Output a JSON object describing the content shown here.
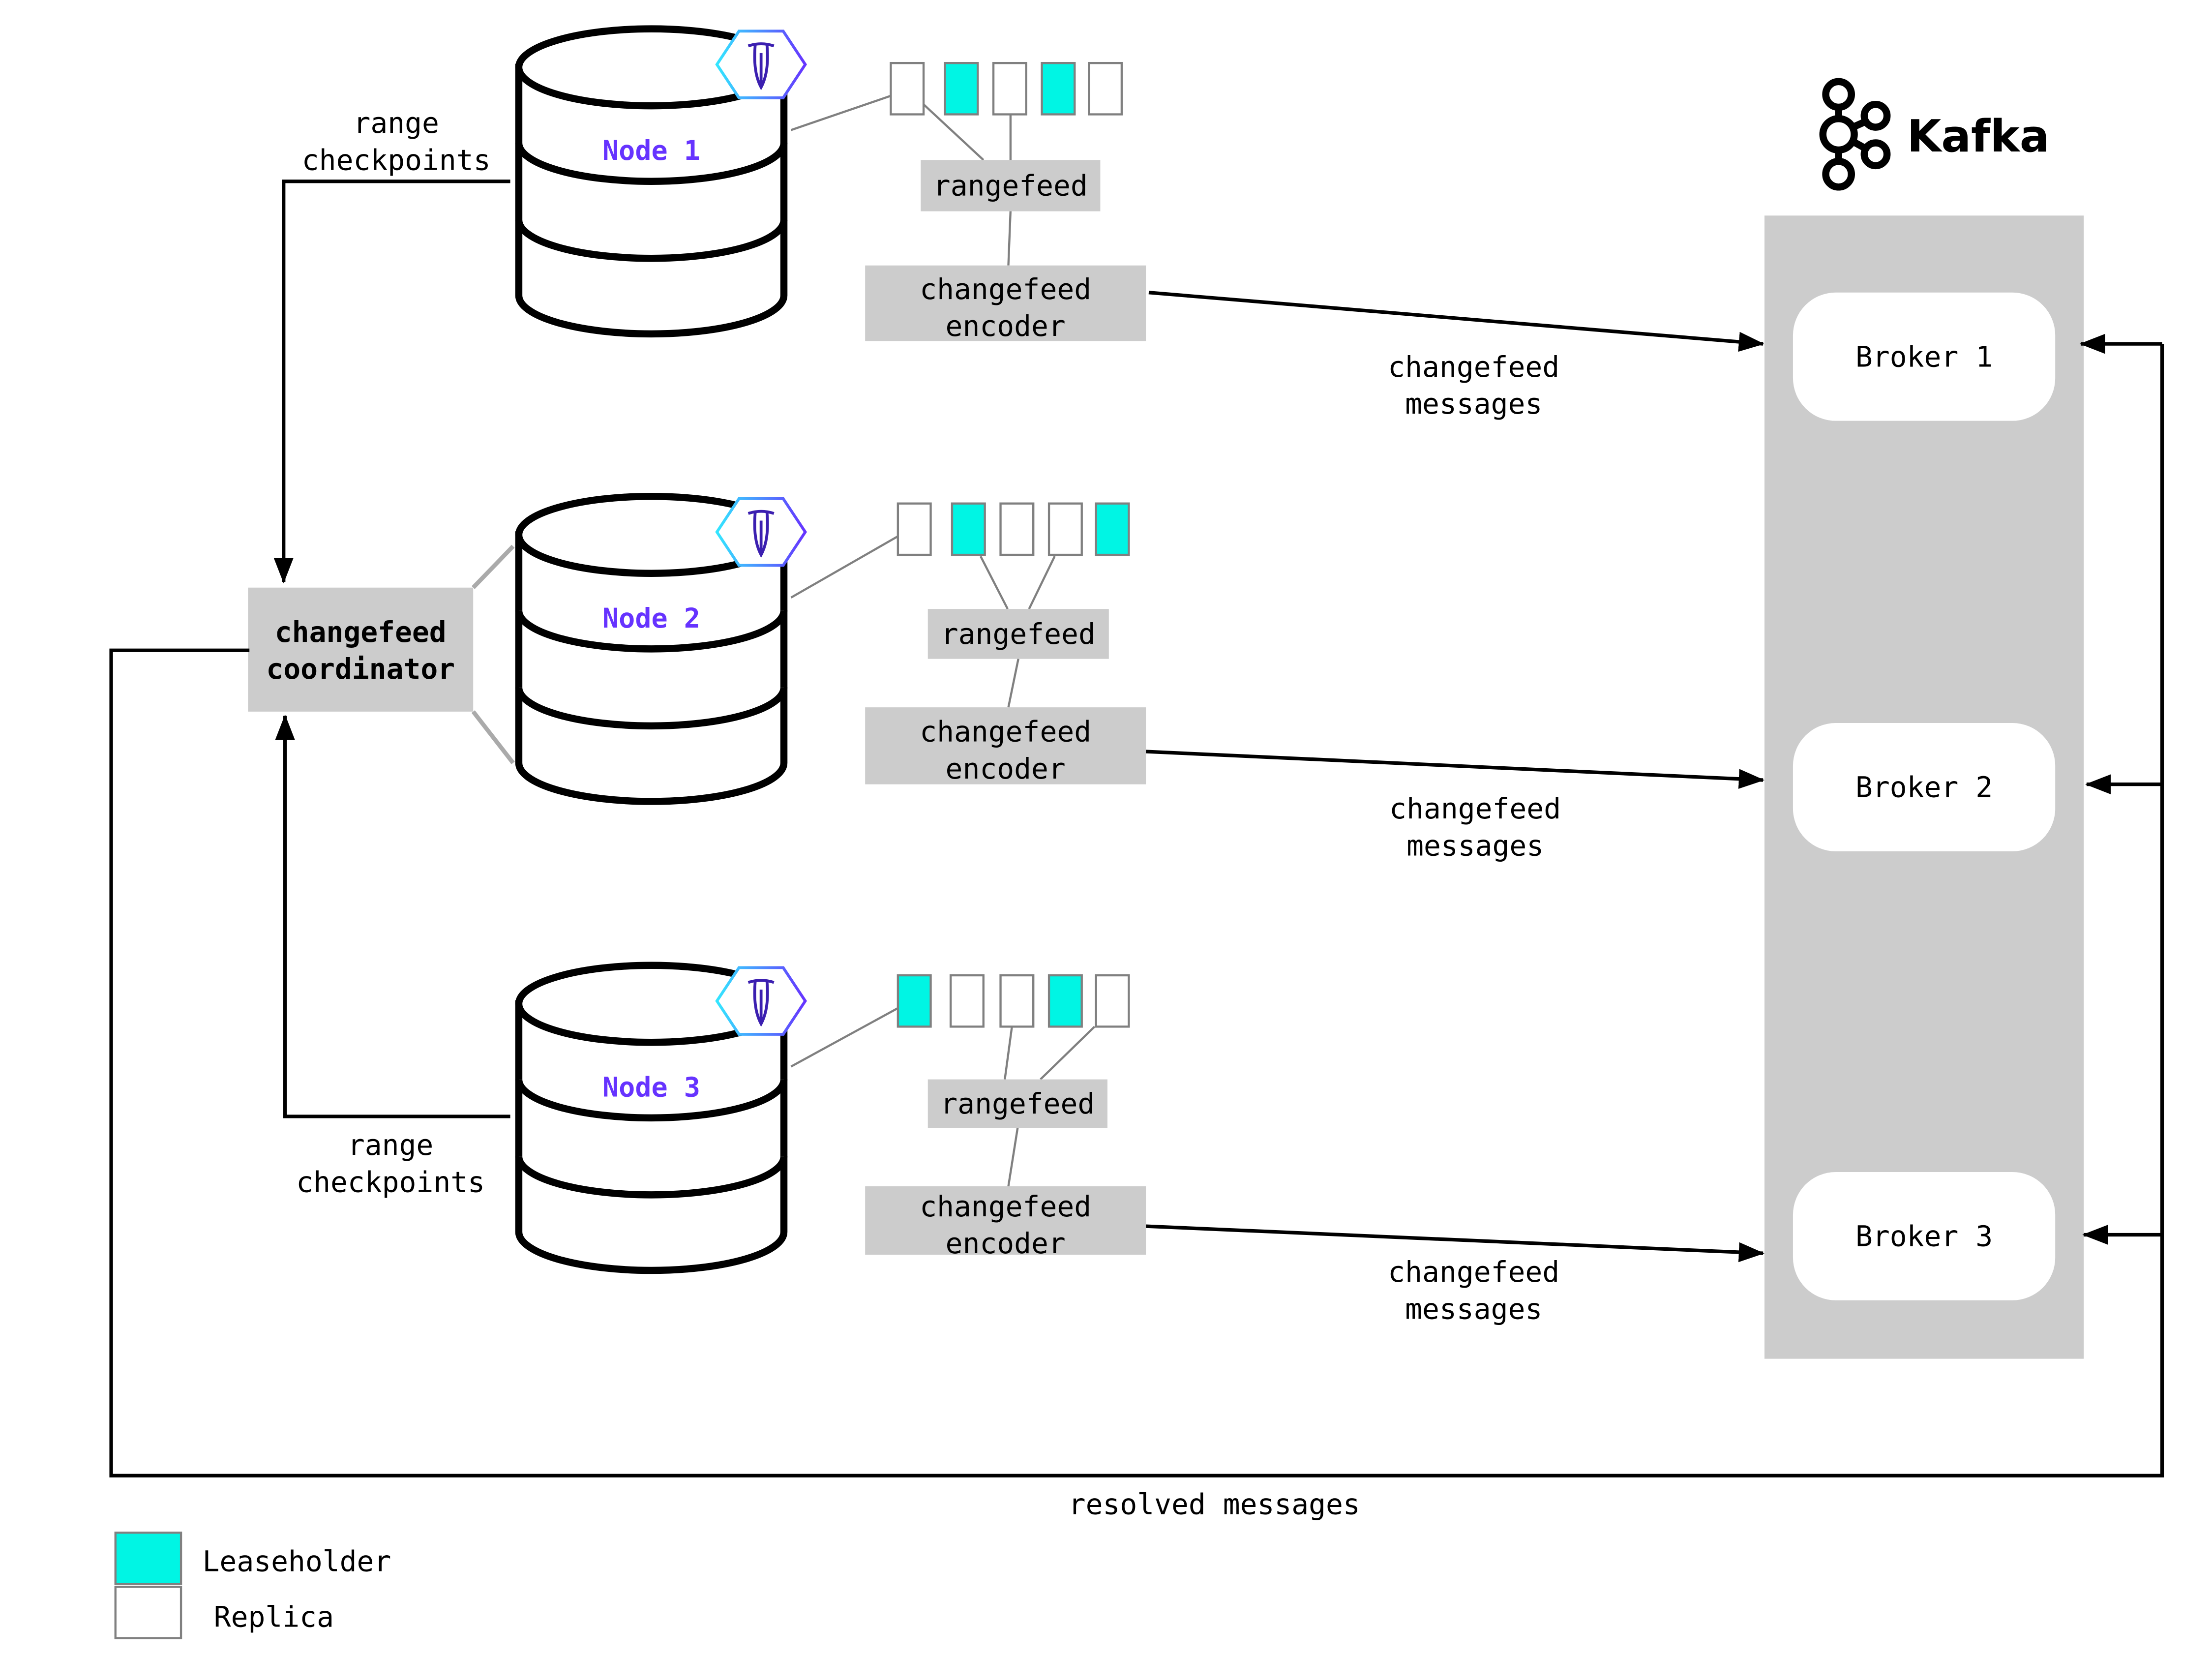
{
  "colors": {
    "leaseholder": "#00f5e4",
    "replica": "#ffffff",
    "node_label": "#6633ff",
    "box_gray": "#cccccc"
  },
  "coordinator": {
    "line1": "changefeed",
    "line2": "coordinator"
  },
  "checkpoints_top": {
    "line1": "range",
    "line2": "checkpoints"
  },
  "checkpoints_bottom": {
    "line1": "range",
    "line2": "checkpoints"
  },
  "nodes": [
    {
      "label": "Node 1",
      "icon": "cockroachdb-logo-icon",
      "ranges": [
        "replica",
        "leaseholder",
        "replica",
        "leaseholder",
        "replica"
      ],
      "rangefeed": "rangefeed",
      "encoder_line1": "changefeed",
      "encoder_line2": "encoder",
      "message_line1": "changefeed",
      "message_line2": "messages"
    },
    {
      "label": "Node 2",
      "icon": "cockroachdb-logo-icon",
      "ranges": [
        "replica",
        "leaseholder",
        "replica",
        "replica",
        "leaseholder"
      ],
      "rangefeed": "rangefeed",
      "encoder_line1": "changefeed",
      "encoder_line2": "encoder",
      "message_line1": "changefeed",
      "message_line2": "messages"
    },
    {
      "label": "Node 3",
      "icon": "cockroachdb-logo-icon",
      "ranges": [
        "leaseholder",
        "replica",
        "replica",
        "leaseholder",
        "replica"
      ],
      "rangefeed": "rangefeed",
      "encoder_line1": "changefeed",
      "encoder_line2": "encoder",
      "message_line1": "changefeed",
      "message_line2": "messages"
    }
  ],
  "kafka": {
    "logo_text": "Kafka",
    "brokers": [
      "Broker 1",
      "Broker 2",
      "Broker 3"
    ]
  },
  "resolved": "resolved messages",
  "legend": {
    "leaseholder": "Leaseholder",
    "replica": "Replica"
  }
}
